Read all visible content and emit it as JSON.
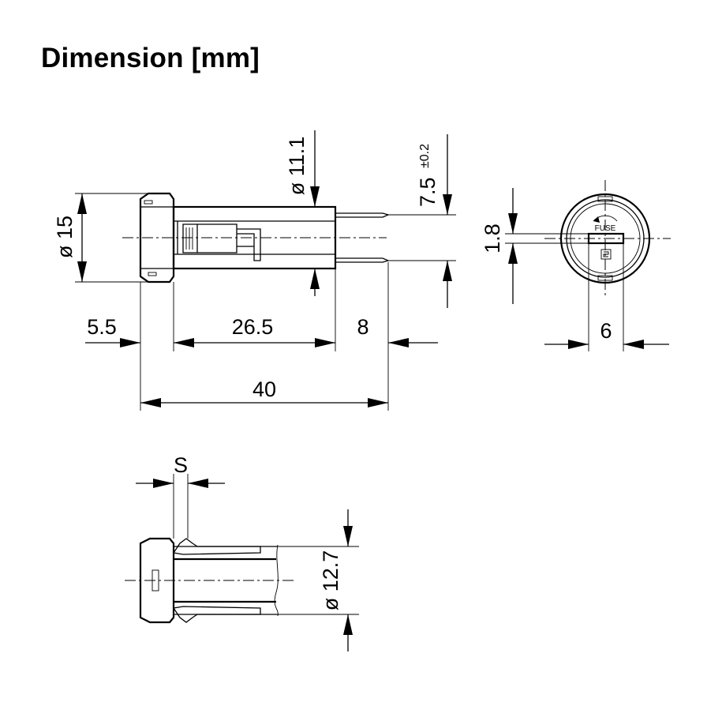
{
  "title": "Dimension [mm]",
  "dims": {
    "body_dia": "ø 15",
    "cap_dia": "ø 11.1",
    "pin_spacing": "7.5",
    "pin_spacing_tol": "±0.2",
    "flange": "5.5",
    "body_len": "26.5",
    "pin_len": "8",
    "total_len": "40",
    "slot_width": "1.8",
    "slot_len": "6",
    "panel_thickness": "S",
    "mount_hole_dia": "ø 12.7"
  },
  "labels": {
    "fuse": "FUSE"
  }
}
